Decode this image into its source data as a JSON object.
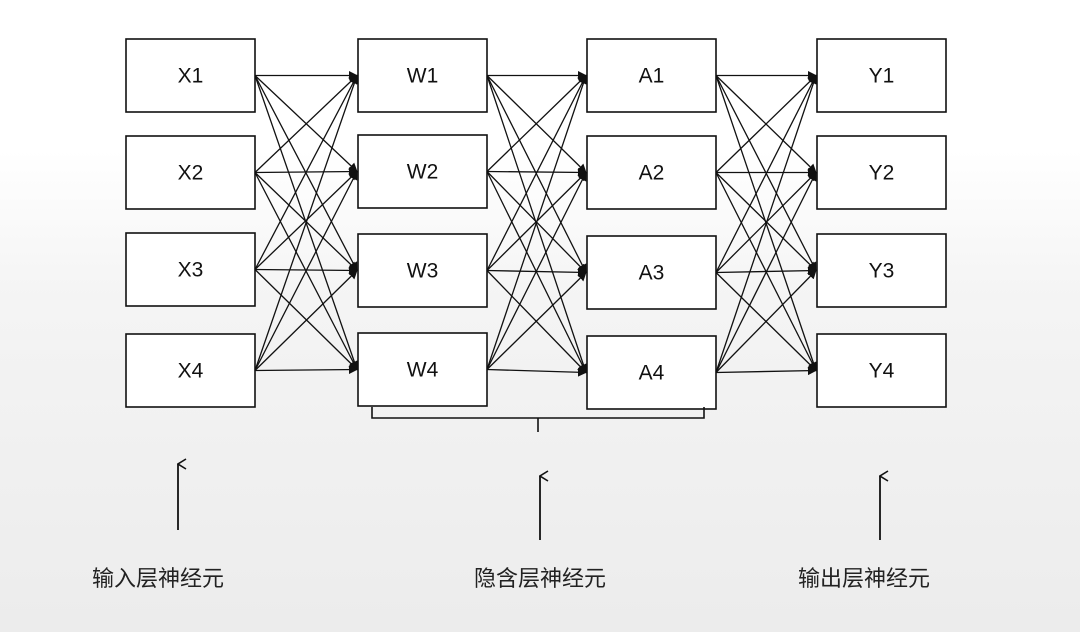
{
  "layers": [
    {
      "id": "input",
      "nodes": [
        "X1",
        "X2",
        "X3",
        "X4"
      ]
    },
    {
      "id": "hidden1",
      "nodes": [
        "W1",
        "W2",
        "W3",
        "W4"
      ]
    },
    {
      "id": "hidden2",
      "nodes": [
        "A1",
        "A2",
        "A3",
        "A4"
      ]
    },
    {
      "id": "output",
      "nodes": [
        "Y1",
        "Y2",
        "Y3",
        "Y4"
      ]
    }
  ],
  "captions": {
    "input": "输入层神经元",
    "hidden": "隐含层神经元",
    "output": "输出层神经元"
  },
  "colors": {
    "stroke": "#111111",
    "node_fill": "#ffffff"
  }
}
